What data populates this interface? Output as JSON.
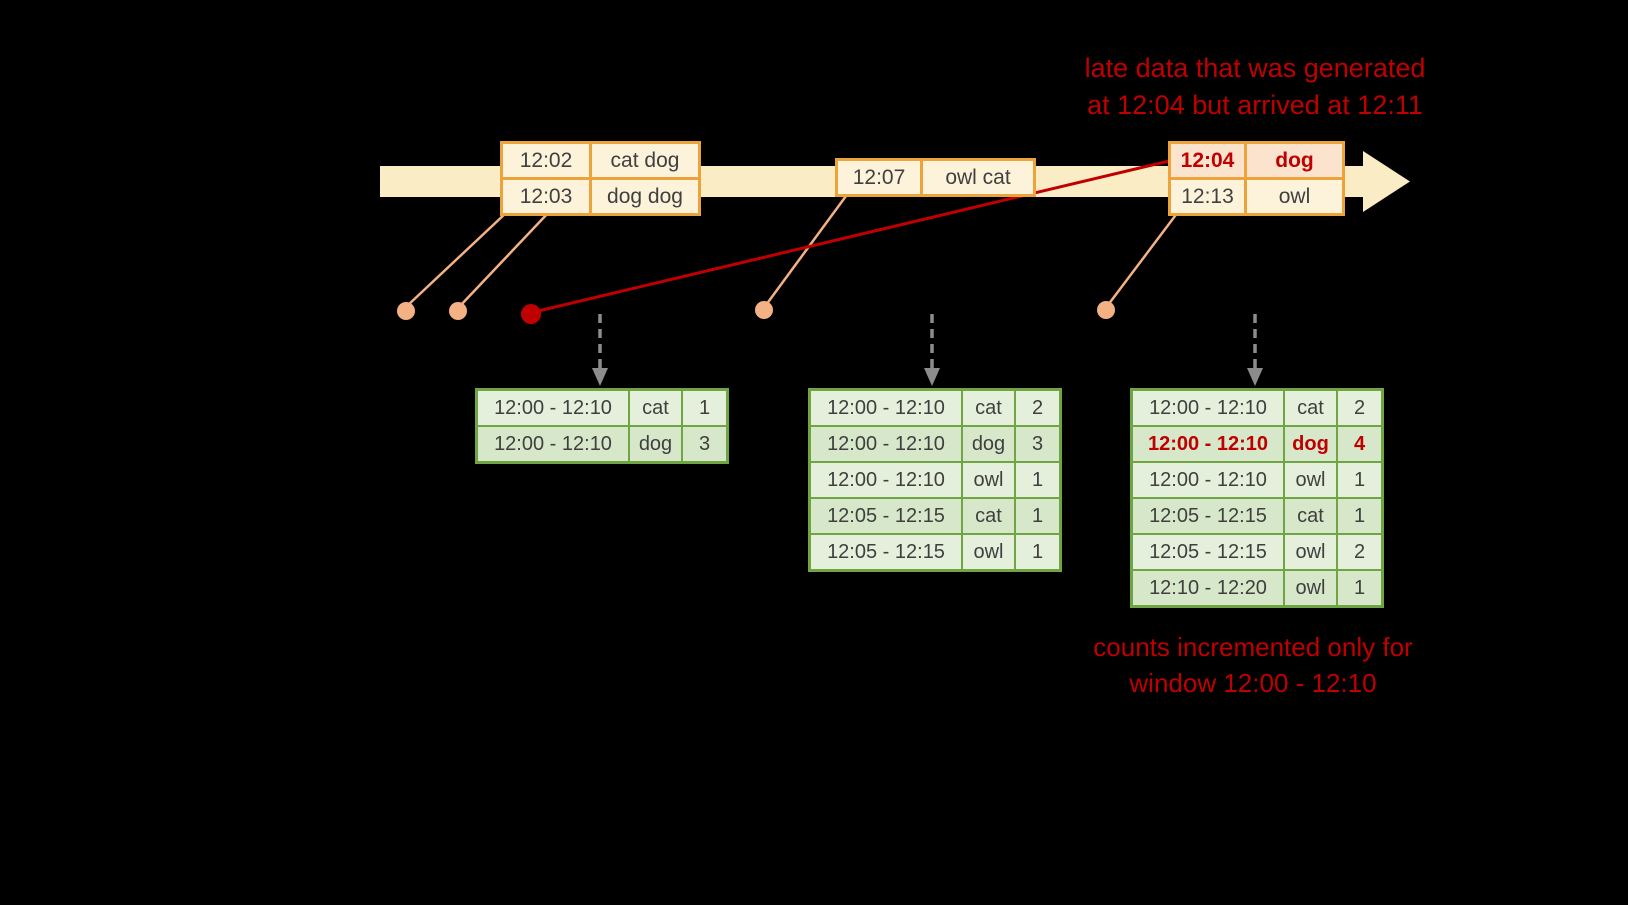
{
  "colors": {
    "background": "#000000",
    "accent_red": "#c00000",
    "timeline_fill": "#faedc6",
    "event_border": "#eca33b",
    "event_fill": "#fdf3da",
    "late_event_fill": "#fbe3cd",
    "dot_salmon": "#f4b183",
    "table_border": "#6fa643",
    "table_row_fill_a": "#e4f0dc",
    "table_row_fill_b": "#d7e7c9",
    "trigger_arrow_gray": "#8c8c8c",
    "text_dark": "#3f3f3f"
  },
  "captions": {
    "late_data": {
      "line1": "late data that was generated",
      "line2": "at 12:04 but arrived at 12:11"
    },
    "counts_note": {
      "line1": "counts incremented only for",
      "line2": "window 12:00 - 12:10"
    }
  },
  "timeline": {
    "event_groups": [
      {
        "rows": [
          {
            "time": "12:02",
            "words": "cat dog"
          },
          {
            "time": "12:03",
            "words": "dog dog"
          }
        ]
      },
      {
        "rows": [
          {
            "time": "12:07",
            "words": "owl cat"
          }
        ]
      },
      {
        "rows": [
          {
            "time": "12:04",
            "words": "dog"
          },
          {
            "time": "12:13",
            "words": "owl"
          }
        ]
      }
    ]
  },
  "result_tables": [
    {
      "rows": [
        {
          "window": "12:00 - 12:10",
          "word": "cat",
          "count": "1"
        },
        {
          "window": "12:00 - 12:10",
          "word": "dog",
          "count": "3"
        }
      ]
    },
    {
      "rows": [
        {
          "window": "12:00 - 12:10",
          "word": "cat",
          "count": "2"
        },
        {
          "window": "12:00 - 12:10",
          "word": "dog",
          "count": "3"
        },
        {
          "window": "12:00 - 12:10",
          "word": "owl",
          "count": "1"
        },
        {
          "window": "12:05 - 12:15",
          "word": "cat",
          "count": "1"
        },
        {
          "window": "12:05 - 12:15",
          "word": "owl",
          "count": "1"
        }
      ]
    },
    {
      "rows": [
        {
          "window": "12:00 - 12:10",
          "word": "cat",
          "count": "2"
        },
        {
          "window": "12:00 - 12:10",
          "word": "dog",
          "count": "4"
        },
        {
          "window": "12:00 - 12:10",
          "word": "owl",
          "count": "1"
        },
        {
          "window": "12:05 - 12:15",
          "word": "cat",
          "count": "1"
        },
        {
          "window": "12:05 - 12:15",
          "word": "owl",
          "count": "2"
        },
        {
          "window": "12:10 - 12:20",
          "word": "owl",
          "count": "1"
        }
      ]
    }
  ]
}
